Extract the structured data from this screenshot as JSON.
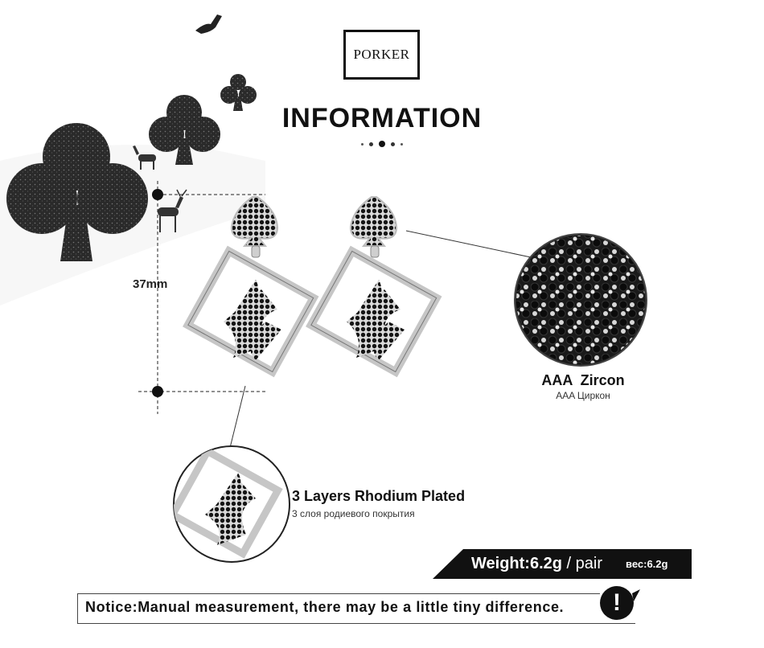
{
  "brand": {
    "logo": "PORKER"
  },
  "header": {
    "title": "INFORMATION"
  },
  "dimension": {
    "height": "37mm"
  },
  "zircon": {
    "title": "AAA  Zircon",
    "subtitle": "AAA Циркон"
  },
  "plating": {
    "title": "3 Layers Rhodium Plated",
    "subtitle": "3 слоя родиевого покрытия"
  },
  "weight": {
    "label": "Weight:",
    "value": "6.2g",
    "unit": " / pair",
    "ru": "вес:6.2g"
  },
  "notice": {
    "text": "Notice:Manual measurement, there may be a little tiny difference.",
    "icon_glyph": "!"
  },
  "icons": [
    "exclamation-icon",
    "club-icon",
    "spade-icon",
    "bird-icon",
    "deer-icon"
  ],
  "colors": {
    "ink": "#111111",
    "background": "#ffffff",
    "band": "#111111",
    "metal": "#c8c8c8"
  }
}
